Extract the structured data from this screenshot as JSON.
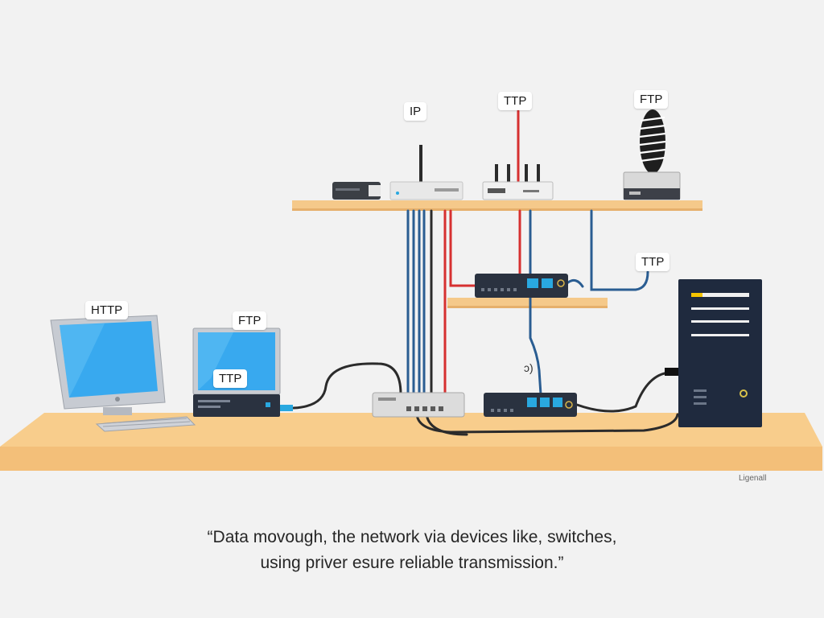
{
  "labels": {
    "ip": "IP",
    "ttp_top": "TTP",
    "ftp_top": "FTP",
    "ttp_right": "TTP",
    "http_left": "HTTP",
    "ftp_mid": "FTP",
    "ttp_screen": "TTP"
  },
  "signal_glyph": "ↄ)",
  "credit": "Ligenall",
  "caption": {
    "line1": "“Data movough, the network via devices like, switches,",
    "line2": "using priver  esure reliable transmission.”"
  },
  "colors": {
    "background": "#f2f2f2",
    "shelf": "#f5c98a",
    "desk": "#f8cd8c",
    "screen": "#38a9ef",
    "cable_blue": "#2a5d92",
    "cable_red": "#d63030",
    "cable_black": "#2b2b2b",
    "tower": "#1f2a3e",
    "port_accent": "#29a8e0"
  }
}
